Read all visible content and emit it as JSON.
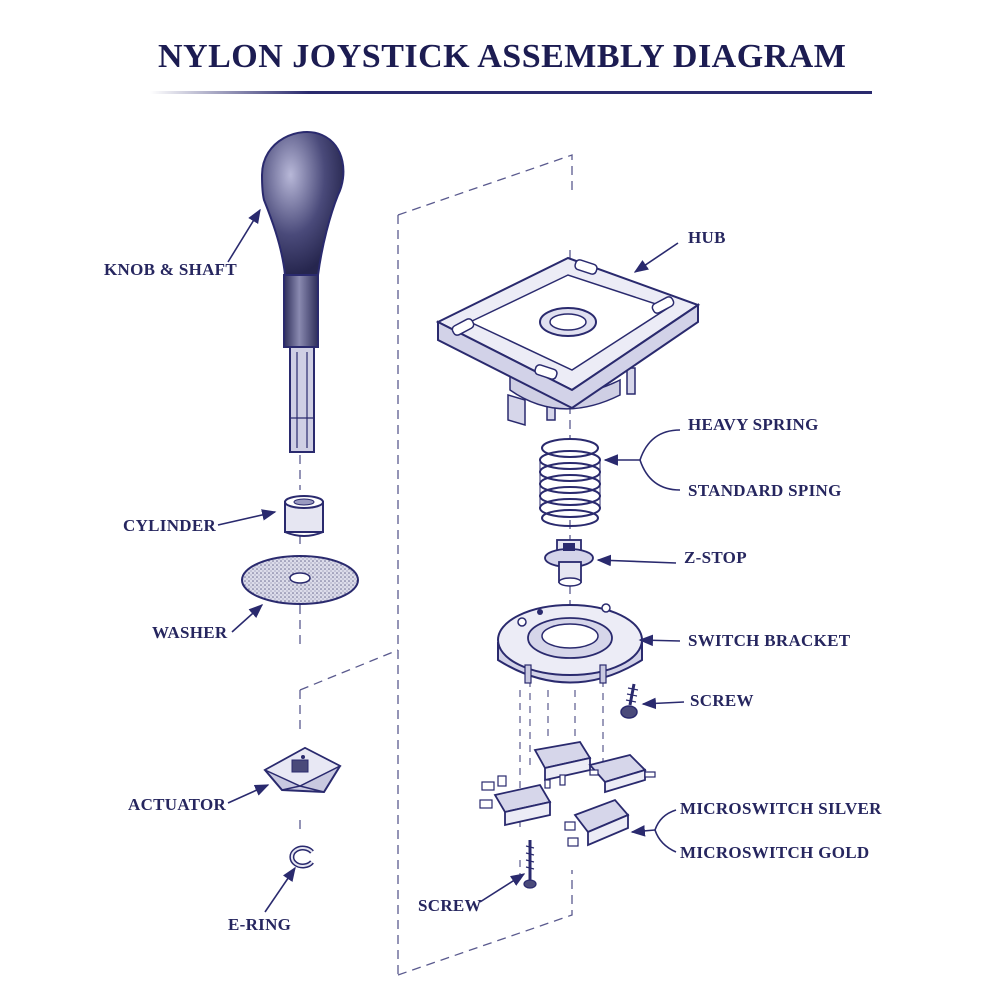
{
  "title": "NYLON JOYSTICK ASSEMBLY DIAGRAM",
  "labels": {
    "knob_shaft": "KNOB & SHAFT",
    "cylinder": "CYLINDER",
    "washer": "WASHER",
    "actuator": "ACTUATOR",
    "e_ring": "E-RING",
    "hub": "HUB",
    "heavy_spring": "HEAVY SPRING",
    "standard_spring": "STANDARD SPING",
    "z_stop": "Z-STOP",
    "switch_bracket": "SWITCH BRACKET",
    "screw_right": "SCREW",
    "microswitch_silver": "MICROSWITCH SILVER",
    "microswitch_gold": "MICROSWITCH GOLD",
    "screw_bottom": "SCREW"
  },
  "colors": {
    "ink": "#2a2a6e",
    "fill": "#d9d9ee",
    "dark": "#3a3a6a"
  }
}
